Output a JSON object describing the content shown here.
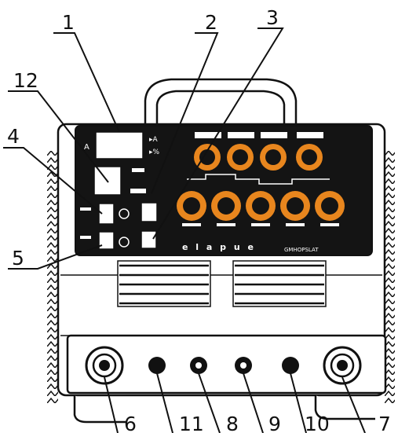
{
  "callouts": {
    "c1": "1",
    "c2": "2",
    "c3": "3",
    "c4": "4",
    "c5": "5",
    "c6": "6",
    "c7": "7",
    "c8": "8",
    "c9": "9",
    "c10": "10",
    "c11": "11",
    "c12": "12"
  },
  "panel": {
    "brand": "e l a p u e",
    "model": "GMHOPSLAT",
    "ampere_unit": "A"
  },
  "colors": {
    "panel_background": "#141414",
    "knob_accent": "#E8861E",
    "outline": "#111111",
    "body_fill": "#ffffff"
  }
}
